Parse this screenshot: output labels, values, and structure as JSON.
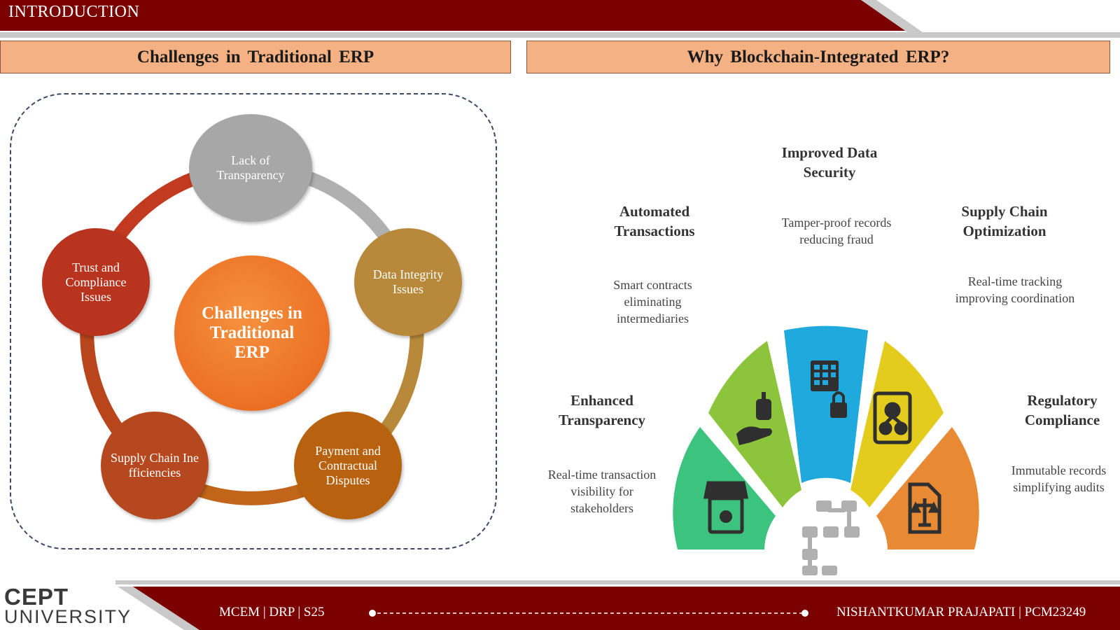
{
  "header": {
    "title": "INTRODUCTION"
  },
  "left_panel": {
    "heading": "Challenges in Traditional ERP",
    "center": "Challenges in Traditional ERP",
    "nodes": [
      {
        "label": "Lack of Transparency",
        "color": "#a8a8a8"
      },
      {
        "label": "Data Integrity Issues",
        "color": "#b8893a"
      },
      {
        "label": "Payment and Contractual Disputes",
        "color": "#b8620f"
      },
      {
        "label": "Supply Chain Inefficiencies",
        "color": "#b6481f"
      },
      {
        "label": "Trust and Compliance Issues",
        "color": "#b8341f"
      }
    ]
  },
  "right_panel": {
    "heading": "Why Blockchain-Integrated ERP?",
    "features": [
      {
        "title": "Enhanced Transparency",
        "desc": "Real-time transaction visibility for stakeholders",
        "color": "#3cc47e",
        "icon": "store-icon"
      },
      {
        "title": "Automated Transactions",
        "desc": "Smart contracts eliminating intermediaries",
        "color": "#8cc43c",
        "icon": "hand-coin-icon"
      },
      {
        "title": "Improved Data Security",
        "desc": "Tamper-proof records reducing fraud",
        "color": "#1fa9dd",
        "icon": "database-lock-icon"
      },
      {
        "title": "Supply Chain Optimization",
        "desc": "Real-time tracking improving coordination",
        "color": "#e3cc1e",
        "icon": "chip-icon"
      },
      {
        "title": "Regulatory Compliance",
        "desc": "Immutable records simplifying audits",
        "color": "#e88a34",
        "icon": "document-scale-icon"
      }
    ],
    "hub_icon": "blockchain-network-icon"
  },
  "footer": {
    "course": "MCEM | DRP | S25",
    "author": "NISHANTKUMAR PRAJAPATI | PCM23249",
    "logo_top": "CEPT",
    "logo_bottom": "UNIVERSITY"
  },
  "colors": {
    "maroon": "#7b0000",
    "peach": "#f4b183"
  }
}
